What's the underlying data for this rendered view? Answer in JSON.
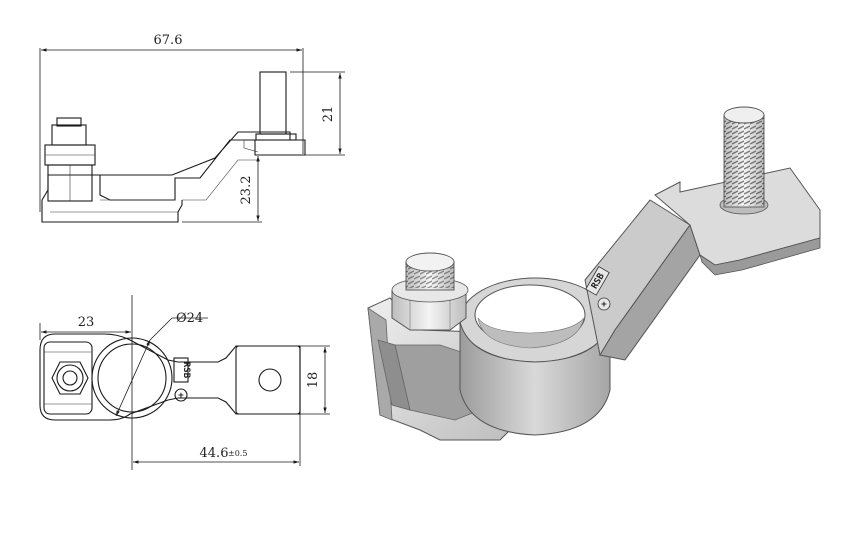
{
  "dimensions": {
    "overall_length": "67.6",
    "stud_height": "21",
    "body_height": "23.2",
    "offset_to_center": "23",
    "ring_diameter": "Ø24",
    "center_to_tab": "44.6",
    "center_to_tab_tolerance": "±0.5",
    "tab_width": "18"
  },
  "part_stamp": {
    "code": "RSB",
    "polarity": "+"
  },
  "colors": {
    "line": "#1a1a1a",
    "surface_light": "#e6e6e6",
    "surface_mid": "#cfcfcf",
    "surface_dark": "#a8a8a8"
  }
}
